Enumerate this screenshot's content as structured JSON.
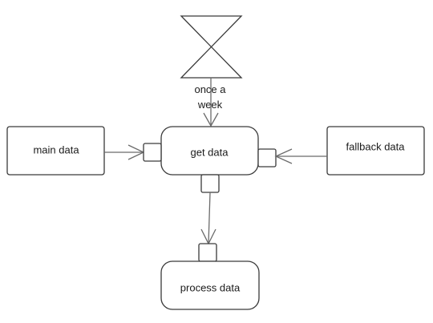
{
  "diagram": {
    "timer": {
      "label_line1": "once a",
      "label_line2": "week"
    },
    "nodes": {
      "main": "main data",
      "get": "get data",
      "fallback": "fallback data",
      "process": "process data"
    }
  }
}
